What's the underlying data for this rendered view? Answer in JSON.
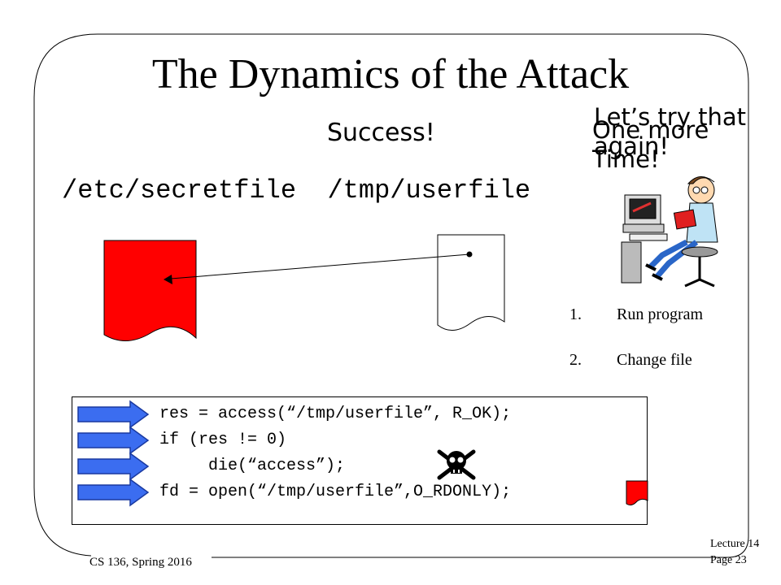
{
  "slide": {
    "title": "The Dynamics of the Attack",
    "status_text": "Success!",
    "callout_line_a": "Let’s try that again!",
    "callout_line_b": "One more Time!",
    "path_secret": "/etc/secretfile",
    "path_user": "/tmp/userfile",
    "steps": [
      {
        "num": "1.",
        "label": "Run program"
      },
      {
        "num": "2.",
        "label": "Change file"
      }
    ],
    "code_lines": [
      "res = access(“/tmp/userfile”, R_OK);",
      "if (res != 0)",
      "     die(“access”);",
      "fd = open(“/tmp/userfile”,O_RDONLY);"
    ],
    "footer_course": "CS 136, Spring 2016",
    "footer_lecture": "Lecture 14",
    "footer_page": "Page 23"
  },
  "colors": {
    "secret_file_fill": "#ff0000",
    "arrow_fill": "#3b6df0",
    "arrow_stroke": "#1a3aa0"
  },
  "icons": [
    "skull-crossbones-icon",
    "nerd-at-computer-clipart"
  ]
}
